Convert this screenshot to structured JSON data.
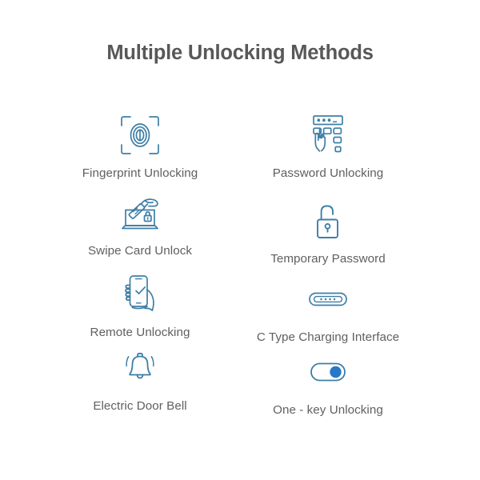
{
  "page": {
    "title": "Multiple Unlocking Methods",
    "background_color": "#ffffff",
    "title_color": "#585858",
    "label_color": "#5f6061",
    "icon_color": "#3d7ea6",
    "accent_color": "#2878c8"
  },
  "features": [
    {
      "icon": "fingerprint-scan-icon",
      "label": "Fingerprint Unlocking"
    },
    {
      "icon": "keypad-password-hand-icon",
      "label": "Password Unlocking"
    },
    {
      "icon": "swipe-card-reader-icon",
      "label": "Swipe Card Unlock"
    },
    {
      "icon": "open-padlock-icon",
      "label": "Temporary Password"
    },
    {
      "icon": "phone-in-hand-check-icon",
      "label": "Remote Unlocking"
    },
    {
      "icon": "usb-c-port-icon",
      "label": "C Type Charging Interface"
    },
    {
      "icon": "ringing-bell-icon",
      "label": "Electric Door Bell"
    },
    {
      "icon": "toggle-switch-on-icon",
      "label": "One - key Unlocking"
    }
  ]
}
